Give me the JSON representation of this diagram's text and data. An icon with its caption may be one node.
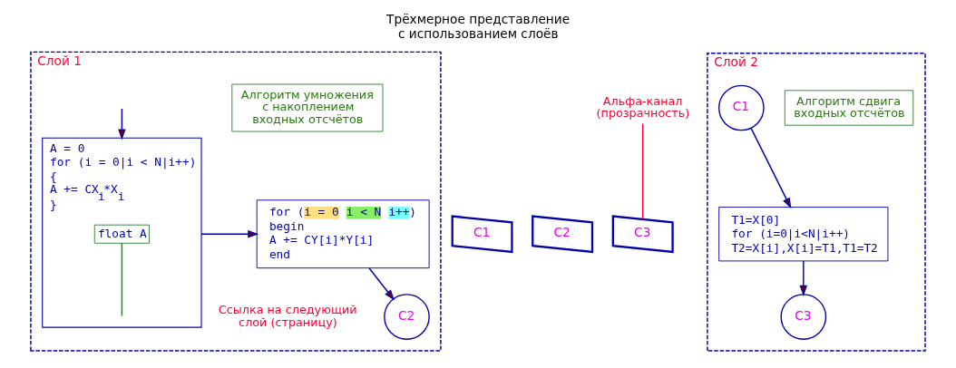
{
  "diagram": {
    "title": "Трёхмерное представление с использованием слоёв",
    "nodes": [
      {
        "text": [
          "Слой 1"
        ]
      },
      {
        "text": [
          "Алгоритм умножения с накоплением входных отсчётов"
        ],
        "in": 0
      },
      {
        "text": [
          "A = 0",
          "for (i = 0|i < N|i++)",
          "{",
          "A += CX$_{i}$*X$_{i}$",
          "}"
        ],
        "in": 0
      },
      {
        "text": [
          "float A"
        ],
        "in": 2
      },
      {
        "text": [
          "for (i = 0 i < N i++)",
          "begin",
          "A += CY[i]*Y[i]",
          "end"
        ],
        "in": 0
      },
      {
        "text": [
          "C2"
        ],
        "in": 0,
        "beside": [
          "Ссылка на следующий слой (страницу)"
        ]
      },
      {
        "text": [
          "Альфа-канал (прозрачность)"
        ]
      },
      {
        "text": [
          "C1"
        ]
      },
      {
        "text": [
          "C2"
        ]
      },
      {
        "text": [
          "C3"
        ]
      },
      {
        "text": [
          "Слой 2"
        ]
      },
      {
        "text": [
          "C1"
        ],
        "in": 10
      },
      {
        "text": [
          "Алгоритм сдвига входных отсчётов"
        ],
        "in": 10
      },
      {
        "text": [
          "T1=X[0]",
          "for (i=0|i<N|i++)",
          "T2=X[i],X[i]=T1,T1=T2"
        ],
        "in": 10
      },
      {
        "text": [
          "C3"
        ],
        "in": 10
      }
    ],
    "edges": [
      {
        "from": null,
        "to": 2,
        "arrow": "to"
      },
      {
        "from": 3,
        "to": null,
        "arrow": "none",
        "color": "#2e7d32"
      },
      {
        "from": 2,
        "to": 4,
        "arrow": "to"
      },
      {
        "from": 4,
        "to": 5,
        "arrow": "to"
      },
      {
        "from": 6,
        "to": 9,
        "arrow": "none",
        "color": "#ff0033"
      },
      {
        "from": 11,
        "to": 13,
        "arrow": "to"
      },
      {
        "from": 13,
        "to": 14,
        "arrow": "to"
      }
    ]
  }
}
